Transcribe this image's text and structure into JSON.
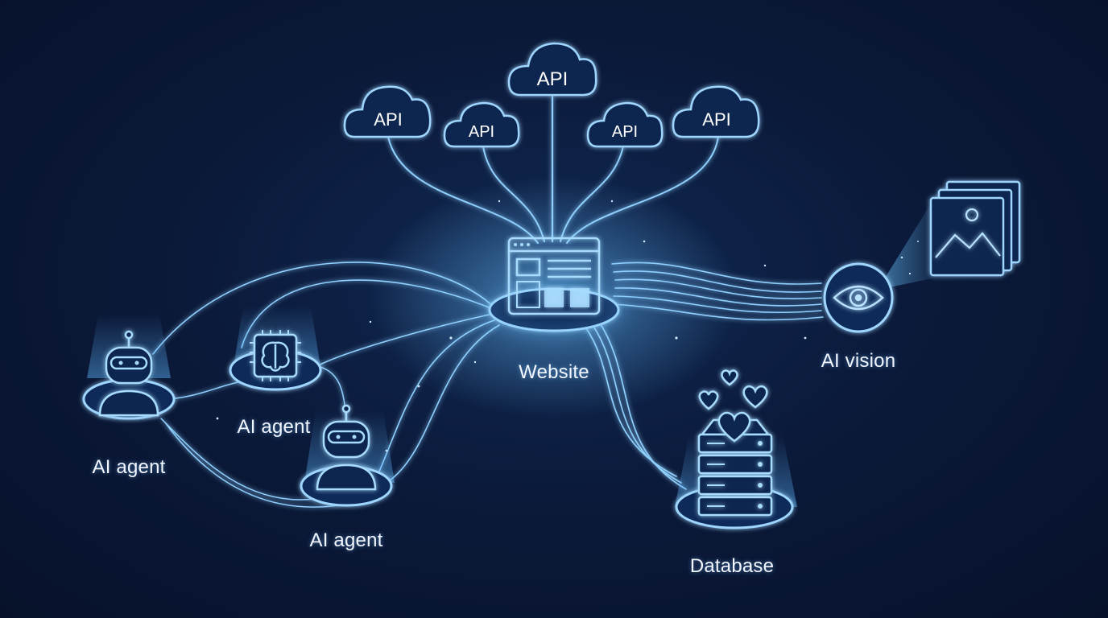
{
  "colors": {
    "background": "#0a1630",
    "glow": "#5fb8ff",
    "line": "#8fd0ff",
    "label_text": "#f2f6ff"
  },
  "nodes": {
    "website": {
      "label": "Website",
      "icon": "browser-window-icon"
    },
    "ai_vision": {
      "label": "AI vision",
      "icon": "eye-icon",
      "extra_icon": "image-stack-icon"
    },
    "database": {
      "label": "Database",
      "icon": "server-stack-icon",
      "extra_icon": "hearts-icon"
    },
    "agent_left": {
      "label": "AI agent",
      "icon": "robot-icon"
    },
    "agent_chip": {
      "label": "AI agent",
      "icon": "brain-chip-icon"
    },
    "agent_bottom": {
      "label": "AI agent",
      "icon": "robot-icon"
    }
  },
  "apis": [
    {
      "label": "API"
    },
    {
      "label": "API"
    },
    {
      "label": "API"
    },
    {
      "label": "API"
    },
    {
      "label": "API"
    }
  ]
}
